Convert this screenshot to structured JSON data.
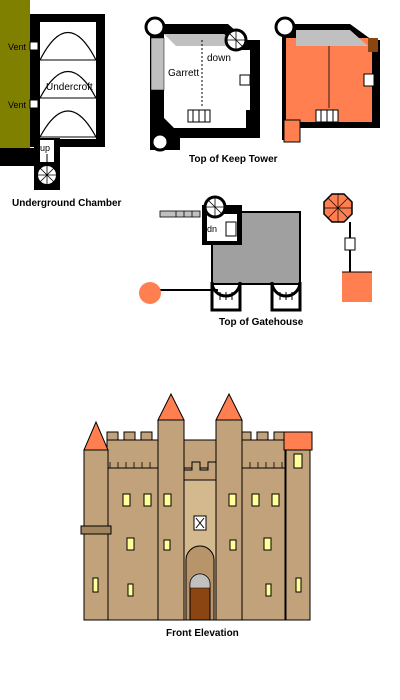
{
  "underground": {
    "caption": "Underground Chamber",
    "vent_upper": "Vent",
    "vent_lower": "Vent",
    "room": "Undercroft",
    "stair": "up"
  },
  "keep": {
    "caption": "Top of Keep Tower",
    "room": "Garrett",
    "stair": "down"
  },
  "gatehouse": {
    "caption": "Top of Gatehouse",
    "stair": "dn"
  },
  "elevation": {
    "caption": "Front Elevation"
  },
  "colors": {
    "olive_ground": "#808000",
    "wall_black": "#000000",
    "roof_orange": "#ff7f50",
    "roof_grey": "#c0c0c0",
    "stone_tan": "#c2a27a",
    "stone_light": "#d4b98f",
    "window_yellow": "#ffff99",
    "door_brown": "#8b4513"
  }
}
